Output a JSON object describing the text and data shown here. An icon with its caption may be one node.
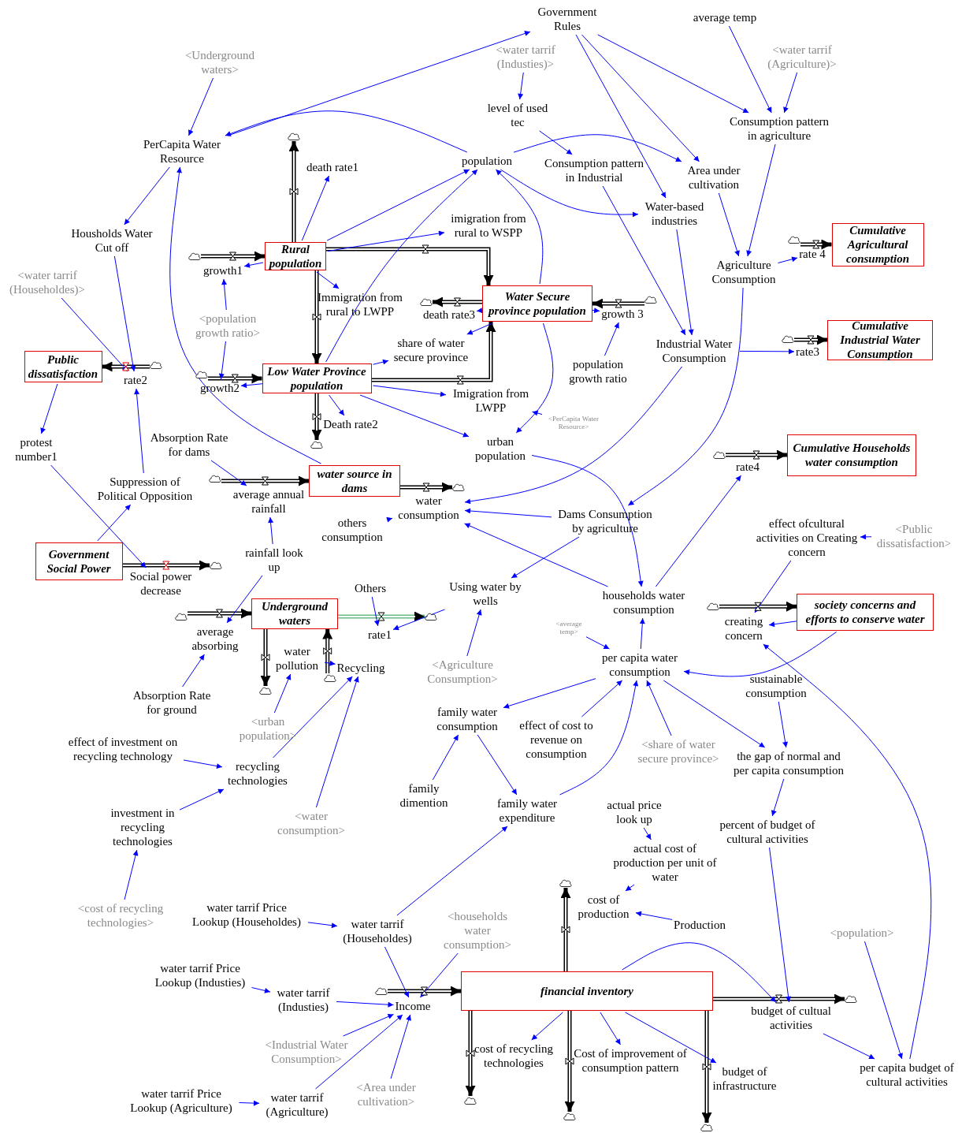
{
  "diagram": {
    "nodes": [
      {
        "text": [
          "Government Rules"
        ]
      },
      {
        "text": [
          "average temp"
        ]
      },
      {
        "text": [
          "<Underground waters>"
        ]
      },
      {
        "text": [
          "<water tarrif (Industies)>"
        ]
      },
      {
        "text": [
          "<water tarrif (Agriculture)>"
        ]
      },
      {
        "text": [
          "level of used tec"
        ]
      },
      {
        "text": [
          "PerCapita Water Resource"
        ]
      },
      {
        "text": [
          "population"
        ]
      },
      {
        "text": [
          "Consumption pattern in Industrial"
        ]
      },
      {
        "text": [
          "Consumption pattern in agriculture"
        ]
      },
      {
        "text": [
          "Area under cultivation"
        ]
      },
      {
        "text": [
          "death rate1"
        ]
      },
      {
        "text": [
          "imigration from rural to WSPP"
        ]
      },
      {
        "text": [
          "Water-based industries"
        ]
      },
      {
        "text": [
          "Housholds Water Cut off"
        ]
      },
      {
        "text": [
          "Rural population"
        ]
      },
      {
        "text": [
          "growth1"
        ]
      },
      {
        "text": [
          "Agriculture Consumption"
        ]
      },
      {
        "text": [
          "rate 4"
        ]
      },
      {
        "text": [
          "Cumulative Agricultural consumption"
        ]
      },
      {
        "text": [
          "<water tarrif (Householdes)>"
        ]
      },
      {
        "text": [
          "Immigration from rural to LWPP"
        ]
      },
      {
        "text": [
          "Water Secure province population"
        ]
      },
      {
        "text": [
          "death rate3"
        ]
      },
      {
        "text": [
          "growth 3"
        ]
      },
      {
        "text": [
          "<population growth ratio>"
        ]
      },
      {
        "text": [
          "share of water secure province"
        ]
      },
      {
        "text": [
          "Industrial Water Consumption"
        ]
      },
      {
        "text": [
          "rate3"
        ]
      },
      {
        "text": [
          "Cumulative Industrial Water Consumption"
        ]
      },
      {
        "text": [
          "Public dissatisfaction"
        ]
      },
      {
        "text": [
          "rate2"
        ]
      },
      {
        "text": [
          "population growth ratio"
        ]
      },
      {
        "text": [
          "Low Water Province population"
        ]
      },
      {
        "text": [
          "growth2"
        ]
      },
      {
        "text": [
          "Imigration from LWPP"
        ]
      },
      {
        "text": [
          "<PerCapita Water Resource>"
        ]
      },
      {
        "text": [
          "Death rate2"
        ]
      },
      {
        "text": [
          "urban population"
        ]
      },
      {
        "text": [
          "Absorption Rate for dams"
        ]
      },
      {
        "text": [
          "protest number1"
        ]
      },
      {
        "text": [
          "rate4"
        ]
      },
      {
        "text": [
          "Cumulative Households water consumption"
        ]
      },
      {
        "text": [
          "Suppression of Political Opposition"
        ]
      },
      {
        "text": [
          "water source in dams"
        ]
      },
      {
        "text": [
          "average annual rainfall"
        ]
      },
      {
        "text": [
          "water consumption"
        ]
      },
      {
        "text": [
          "Dams Consumption by agriculture"
        ]
      },
      {
        "text": [
          "others consumption"
        ]
      },
      {
        "text": [
          "effect ofcultural activities on Creating concern"
        ]
      },
      {
        "text": [
          "<Public dissatisfaction>"
        ]
      },
      {
        "text": [
          "Government Social Power"
        ]
      },
      {
        "text": [
          "Social power decrease"
        ]
      },
      {
        "text": [
          "rainfall look up"
        ]
      },
      {
        "text": [
          "Others"
        ]
      },
      {
        "text": [
          "Using water by wells"
        ]
      },
      {
        "text": [
          "Underground waters"
        ]
      },
      {
        "text": [
          "rate1"
        ]
      },
      {
        "text": [
          "households water consumption"
        ]
      },
      {
        "text": [
          "creating concern"
        ]
      },
      {
        "text": [
          "society concerns and efforts to conserve water"
        ]
      },
      {
        "text": [
          "average absorbing"
        ]
      },
      {
        "text": [
          "<average temp>"
        ]
      },
      {
        "text": [
          "water pollution"
        ]
      },
      {
        "text": [
          "Recycling"
        ]
      },
      {
        "text": [
          "<Agriculture Consumption>"
        ]
      },
      {
        "text": [
          "per capita water consumption"
        ]
      },
      {
        "text": [
          "sustainable consumption"
        ]
      },
      {
        "text": [
          "Absorption Rate for ground"
        ]
      },
      {
        "text": [
          "family water consumption"
        ]
      },
      {
        "text": [
          "effect of cost to revenue on consumption"
        ]
      },
      {
        "text": [
          "<share of water secure province>"
        ]
      },
      {
        "text": [
          "<urban population>"
        ]
      },
      {
        "text": [
          "effect of investment on recycling technology"
        ]
      },
      {
        "text": [
          "the gap of normal and per capita consumption"
        ]
      },
      {
        "text": [
          "recycling technologies"
        ]
      },
      {
        "text": [
          "family dimention"
        ]
      },
      {
        "text": [
          "family water expenditure"
        ]
      },
      {
        "text": [
          "actual price look up"
        ]
      },
      {
        "text": [
          "<water consumption>"
        ]
      },
      {
        "text": [
          "investment in recycling technologies"
        ]
      },
      {
        "text": [
          "percent of budget of cultural activities"
        ]
      },
      {
        "text": [
          "actual cost of production per unit of water"
        ]
      },
      {
        "text": [
          "cost of production"
        ]
      },
      {
        "text": [
          "<cost of recycling technologies>"
        ]
      },
      {
        "text": [
          "water tarrif Price Lookup (Householdes)"
        ]
      },
      {
        "text": [
          "Production"
        ]
      },
      {
        "text": [
          "water tarrif (Householdes)"
        ]
      },
      {
        "text": [
          "<households water consumption>"
        ]
      },
      {
        "text": [
          "<population>"
        ]
      },
      {
        "text": [
          "water tarrif Price Lookup (Industies)"
        ]
      },
      {
        "text": [
          "financial inventory"
        ]
      },
      {
        "text": [
          "water tarrif (Industies)"
        ]
      },
      {
        "text": [
          "Income"
        ]
      },
      {
        "text": [
          "budget of cultual activities"
        ]
      },
      {
        "text": [
          "<Industrial Water Consumption>"
        ]
      },
      {
        "text": [
          "cost of recycling technologies"
        ]
      },
      {
        "text": [
          "Cost of improvement of consumption pattern"
        ]
      },
      {
        "text": [
          "budget of infrastructure"
        ]
      },
      {
        "text": [
          "per capita budget of cultural activities"
        ]
      },
      {
        "text": [
          "<Area under cultivation>"
        ]
      },
      {
        "text": [
          "water tarrif Price Lookup (Agriculture)"
        ]
      },
      {
        "text": [
          "water tarrif (Agriculture)"
        ]
      },
      {
        "text": [],
        "shape": "cloud"
      },
      {
        "text": [],
        "shape": "cloud"
      },
      {
        "text": [],
        "shape": "cloud"
      },
      {
        "text": [],
        "shape": "cloud"
      },
      {
        "text": [],
        "shape": "cloud"
      },
      {
        "text": [],
        "shape": "cloud"
      },
      {
        "text": [],
        "shape": "cloud"
      },
      {
        "text": [],
        "shape": "cloud"
      },
      {
        "text": [],
        "shape": "cloud"
      },
      {
        "text": [],
        "shape": "cloud"
      },
      {
        "text": [],
        "shape": "cloud"
      },
      {
        "text": [],
        "shape": "cloud"
      },
      {
        "text": [],
        "shape": "cloud"
      },
      {
        "text": [],
        "shape": "cloud"
      },
      {
        "text": [],
        "shape": "cloud"
      },
      {
        "text": [],
        "shape": "cloud"
      },
      {
        "text": [],
        "shape": "cloud"
      },
      {
        "text": [],
        "shape": "cloud"
      },
      {
        "text": [],
        "shape": "cloud"
      },
      {
        "text": [],
        "shape": "cloud"
      },
      {
        "text": [],
        "shape": "cloud"
      },
      {
        "text": [],
        "shape": "cloud"
      },
      {
        "text": [],
        "shape": "cloud"
      },
      {
        "text": [],
        "shape": "cloud"
      }
    ],
    "edges": [
      {
        "from": 104,
        "to": 15,
        "arrow": "to",
        "style": "thick",
        "color": "#000000"
      },
      {
        "from": 15,
        "to": 103,
        "arrow": "to",
        "style": "thick",
        "color": "#000000"
      },
      {
        "from": 15,
        "to": 22,
        "arrow": "to",
        "style": "thick",
        "color": "#000000"
      },
      {
        "from": 15,
        "to": 33,
        "arrow": "to",
        "style": "thick",
        "color": "#000000"
      },
      {
        "from": 110,
        "to": 33,
        "arrow": "to",
        "style": "thick",
        "color": "#000000"
      },
      {
        "from": 33,
        "to": 111,
        "arrow": "to",
        "style": "thick",
        "color": "#000000"
      },
      {
        "from": 33,
        "to": 22,
        "arrow": "to",
        "style": "thick",
        "color": "#000000"
      },
      {
        "from": 107,
        "to": 22,
        "arrow": "to",
        "style": "thick",
        "color": "#000000"
      },
      {
        "from": 22,
        "to": 106,
        "arrow": "to",
        "style": "thick",
        "color": "#000000"
      },
      {
        "from": 105,
        "to": 19,
        "arrow": "to",
        "style": "thick",
        "color": "#000000"
      },
      {
        "from": 108,
        "to": 29,
        "arrow": "to",
        "style": "thick",
        "color": "#000000"
      },
      {
        "from": 109,
        "to": 30,
        "arrow": "to",
        "style": "thick",
        "color": "#000000"
      },
      {
        "from": 112,
        "to": 42,
        "arrow": "to",
        "style": "thick",
        "color": "#000000"
      },
      {
        "from": 113,
        "to": 44,
        "arrow": "to",
        "style": "thick",
        "color": "#000000"
      },
      {
        "from": 44,
        "to": 114,
        "arrow": "to",
        "style": "thick",
        "color": "#000000"
      },
      {
        "from": 51,
        "to": 115,
        "arrow": "to",
        "style": "thick",
        "color": "#000000"
      },
      {
        "from": 116,
        "to": 60,
        "arrow": "to",
        "style": "thick",
        "color": "#000000"
      },
      {
        "from": 117,
        "to": 56,
        "arrow": "to",
        "style": "thick",
        "color": "#000000"
      },
      {
        "from": 56,
        "to": 118,
        "arrow": "to",
        "style": "thick",
        "color": "#66bb88"
      },
      {
        "from": 56,
        "to": 119,
        "arrow": "to",
        "style": "thick",
        "color": "#000000"
      },
      {
        "from": 120,
        "to": 56,
        "arrow": "to",
        "style": "thick",
        "color": "#000000"
      },
      {
        "from": 122,
        "to": 91,
        "arrow": "to",
        "style": "thick",
        "color": "#000000"
      },
      {
        "from": 91,
        "to": 121,
        "arrow": "to",
        "style": "thick",
        "color": "#000000"
      },
      {
        "from": 91,
        "to": 123,
        "arrow": "to",
        "style": "thick",
        "color": "#000000"
      },
      {
        "from": 91,
        "to": 124,
        "arrow": "to",
        "style": "thick",
        "color": "#000000"
      },
      {
        "from": 91,
        "to": 125,
        "arrow": "to",
        "style": "thick",
        "color": "#000000"
      },
      {
        "from": 91,
        "to": 126,
        "arrow": "to",
        "style": "thick",
        "color": "#000000"
      },
      {
        "from": 6,
        "to": 0,
        "arrow": "to"
      },
      {
        "from": 0,
        "to": 9,
        "arrow": "to"
      },
      {
        "from": 0,
        "to": 10,
        "arrow": "to"
      },
      {
        "from": 0,
        "to": 13,
        "arrow": "to"
      },
      {
        "from": 1,
        "to": 9,
        "arrow": "to"
      },
      {
        "from": 4,
        "to": 9,
        "arrow": "to"
      },
      {
        "from": 3,
        "to": 5,
        "arrow": "to"
      },
      {
        "from": 5,
        "to": 8,
        "arrow": "to"
      },
      {
        "from": 2,
        "to": 6,
        "arrow": "to"
      },
      {
        "from": 7,
        "to": 6,
        "arrow": "to"
      },
      {
        "from": 7,
        "to": 10,
        "arrow": "to"
      },
      {
        "from": 7,
        "to": 13,
        "arrow": "to"
      },
      {
        "from": 22,
        "to": 7,
        "arrow": "to"
      },
      {
        "from": 33,
        "to": 7,
        "arrow": "to"
      },
      {
        "from": 15,
        "to": 7,
        "arrow": "to"
      },
      {
        "from": 15,
        "to": 11,
        "arrow": "to"
      },
      {
        "from": 15,
        "to": 12,
        "arrow": "to"
      },
      {
        "from": 15,
        "to": 16,
        "arrow": "to"
      },
      {
        "from": 15,
        "to": 21,
        "arrow": "to"
      },
      {
        "from": 25,
        "to": 16,
        "arrow": "to"
      },
      {
        "from": 25,
        "to": 34,
        "arrow": "to"
      },
      {
        "from": 14,
        "to": 31,
        "arrow": "to"
      },
      {
        "from": 20,
        "to": 31,
        "arrow": "to"
      },
      {
        "from": 6,
        "to": 14,
        "arrow": "to"
      },
      {
        "from": 44,
        "to": 6,
        "arrow": "to"
      },
      {
        "from": 43,
        "to": 31,
        "arrow": "to"
      },
      {
        "from": 51,
        "to": 43,
        "arrow": "to"
      },
      {
        "from": 30,
        "to": 40,
        "arrow": "to"
      },
      {
        "from": 40,
        "to": 52,
        "arrow": "to"
      },
      {
        "from": 33,
        "to": 34,
        "arrow": "to"
      },
      {
        "from": 33,
        "to": 26,
        "arrow": "to"
      },
      {
        "from": 22,
        "to": 26,
        "arrow": "to"
      },
      {
        "from": 33,
        "to": 37,
        "arrow": "to"
      },
      {
        "from": 33,
        "to": 35,
        "arrow": "to"
      },
      {
        "from": 36,
        "to": 35,
        "arrow": "to"
      },
      {
        "from": 33,
        "to": 38,
        "arrow": "to"
      },
      {
        "from": 22,
        "to": 38,
        "arrow": "to"
      },
      {
        "from": 22,
        "to": 24,
        "arrow": "to"
      },
      {
        "from": 22,
        "to": 23,
        "arrow": "to"
      },
      {
        "from": 32,
        "to": 24,
        "arrow": "to"
      },
      {
        "from": 8,
        "to": 27,
        "arrow": "to"
      },
      {
        "from": 13,
        "to": 27,
        "arrow": "to"
      },
      {
        "from": 10,
        "to": 17,
        "arrow": "to"
      },
      {
        "from": 9,
        "to": 17,
        "arrow": "to"
      },
      {
        "from": 17,
        "to": 18,
        "arrow": "to"
      },
      {
        "from": 27,
        "to": 28,
        "arrow": "to"
      },
      {
        "from": 17,
        "to": 47,
        "arrow": "to"
      },
      {
        "from": 27,
        "to": 46,
        "arrow": "to"
      },
      {
        "from": 47,
        "to": 46,
        "arrow": "to"
      },
      {
        "from": 58,
        "to": 46,
        "arrow": "to"
      },
      {
        "from": 48,
        "to": 46,
        "arrow": "to"
      },
      {
        "from": 39,
        "to": 45,
        "arrow": "to"
      },
      {
        "from": 53,
        "to": 45,
        "arrow": "to"
      },
      {
        "from": 53,
        "to": 61,
        "arrow": "to"
      },
      {
        "from": 68,
        "to": 61,
        "arrow": "to"
      },
      {
        "from": 47,
        "to": 55,
        "arrow": "to"
      },
      {
        "from": 54,
        "to": 57,
        "arrow": "to"
      },
      {
        "from": 55,
        "to": 57,
        "arrow": "to"
      },
      {
        "from": 65,
        "to": 55,
        "arrow": "to"
      },
      {
        "from": 38,
        "to": 58,
        "arrow": "to"
      },
      {
        "from": 58,
        "to": 41,
        "arrow": "to"
      },
      {
        "from": 66,
        "to": 58,
        "arrow": "to"
      },
      {
        "from": 62,
        "to": 66,
        "arrow": "to"
      },
      {
        "from": 66,
        "to": 69,
        "arrow": "to"
      },
      {
        "from": 70,
        "to": 66,
        "arrow": "to"
      },
      {
        "from": 77,
        "to": 66,
        "arrow": "to"
      },
      {
        "from": 71,
        "to": 66,
        "arrow": "to"
      },
      {
        "from": 60,
        "to": 66,
        "arrow": "to"
      },
      {
        "from": 66,
        "to": 74,
        "arrow": "to"
      },
      {
        "from": 67,
        "to": 74,
        "arrow": "to"
      },
      {
        "from": 74,
        "to": 81,
        "arrow": "to"
      },
      {
        "from": 81,
        "to": 94,
        "arrow": "to"
      },
      {
        "from": 91,
        "to": 94,
        "arrow": "to"
      },
      {
        "from": 94,
        "to": 99,
        "arrow": "to"
      },
      {
        "from": 89,
        "to": 99,
        "arrow": "to"
      },
      {
        "from": 99,
        "to": 59,
        "arrow": "to"
      },
      {
        "from": 49,
        "to": 59,
        "arrow": "to"
      },
      {
        "from": 60,
        "to": 59,
        "arrow": "to"
      },
      {
        "from": 50,
        "to": 49,
        "arrow": "to"
      },
      {
        "from": 69,
        "to": 77,
        "arrow": "to"
      },
      {
        "from": 76,
        "to": 69,
        "arrow": "to"
      },
      {
        "from": 87,
        "to": 77,
        "arrow": "to"
      },
      {
        "from": 63,
        "to": 64,
        "arrow": "to"
      },
      {
        "from": 72,
        "to": 63,
        "arrow": "to"
      },
      {
        "from": 75,
        "to": 64,
        "arrow": "to"
      },
      {
        "from": 79,
        "to": 64,
        "arrow": "to"
      },
      {
        "from": 73,
        "to": 75,
        "arrow": "to"
      },
      {
        "from": 80,
        "to": 75,
        "arrow": "to"
      },
      {
        "from": 84,
        "to": 80,
        "arrow": "to"
      },
      {
        "from": 85,
        "to": 87,
        "arrow": "to"
      },
      {
        "from": 90,
        "to": 92,
        "arrow": "to"
      },
      {
        "from": 101,
        "to": 102,
        "arrow": "to"
      },
      {
        "from": 87,
        "to": 93,
        "arrow": "to"
      },
      {
        "from": 88,
        "to": 93,
        "arrow": "to"
      },
      {
        "from": 92,
        "to": 93,
        "arrow": "to"
      },
      {
        "from": 95,
        "to": 93,
        "arrow": "to"
      },
      {
        "from": 102,
        "to": 93,
        "arrow": "to"
      },
      {
        "from": 100,
        "to": 93,
        "arrow": "to"
      },
      {
        "from": 78,
        "to": 82,
        "arrow": "to"
      },
      {
        "from": 82,
        "to": 83,
        "arrow": "to"
      },
      {
        "from": 86,
        "to": 83,
        "arrow": "to"
      },
      {
        "from": 91,
        "to": 96,
        "arrow": "to"
      },
      {
        "from": 91,
        "to": 97,
        "arrow": "to"
      },
      {
        "from": 91,
        "to": 98,
        "arrow": "to"
      }
    ]
  }
}
